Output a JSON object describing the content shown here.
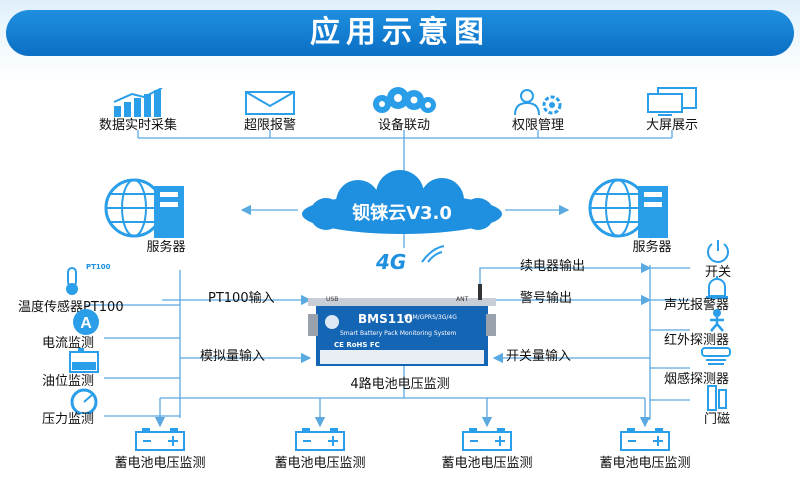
{
  "title": "应用示意图",
  "top_functions": [
    "数据实时采集",
    "超限报警",
    "设备联动",
    "权限管理",
    "大屏展示"
  ],
  "cloud_label": "钡铼云V3.0",
  "network_label": "4G",
  "servers": [
    "服务器",
    "服务器"
  ],
  "left_sensors": [
    "温度传感器PT100",
    "电流监测",
    "油位监测",
    "压力监测"
  ],
  "pt100_tag": "PT100",
  "right_devices": [
    "开关",
    "声光报警器",
    "红外探测器",
    "烟感探测器",
    "门磁"
  ],
  "links": {
    "pt100_input": "PT100输入",
    "analog_input": "模拟量输入",
    "relay_output": "续电器输出",
    "alarm_output": "警号输出",
    "switch_input": "开关量输入",
    "battery_voltage": "4路电池电压监测"
  },
  "battery_labels": [
    "蓄电池电压监测",
    "蓄电池电压监测",
    "蓄电池电压监测",
    "蓄电池电压监测"
  ],
  "device": {
    "model": "BMS110",
    "subtitle": "Smart Battery Pack Monitoring System",
    "bands": "GSM/GPRS/3G/4G",
    "certs": "CE RoHS FC",
    "usb_label": "USB",
    "ant_label": "ANT"
  },
  "colors": {
    "accent": "#1f8fe0",
    "line": "#5aa9e0",
    "icon": "#2a9ee8"
  }
}
